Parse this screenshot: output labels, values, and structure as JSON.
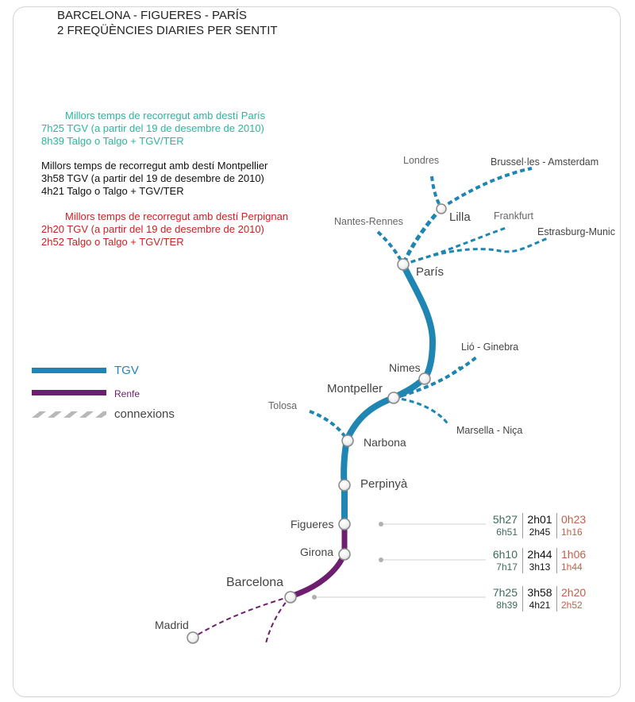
{
  "title": {
    "line1": "BARCELONA - FIGUERES - PARÍS",
    "line2": "2 FREQÜÈNCIES DIARIES PER SENTIT"
  },
  "info_paris": {
    "heading": "Millors temps de recorregut amb destí París",
    "line1": "7h25 TGV (a partir del 19 de desembre de 2010)",
    "line2": "8h39  Talgo o Talgo + TGV/TER",
    "color": "#2db59e"
  },
  "info_montpellier": {
    "heading": "Millors temps de recorregut amb destí Montpellier",
    "line1": "3h58 TGV (a partir del 19 de desembre de 2010)",
    "line2": "4h21 Talgo o Talgo + TGV/TER",
    "color": "#111111"
  },
  "info_perpignan": {
    "heading": "Millors temps de recorregut amb destí Perpignan",
    "line1": "2h20 TGV (a partir del 19 de desembre de 2010)",
    "line2": "2h52 Talgo o Talgo + TGV/TER",
    "color": "#cc2222"
  },
  "legend": {
    "tgv": "TGV",
    "renfe": "Renfe",
    "connexions": "connexions",
    "tgv_color": "#1f85b3",
    "renfe_color": "#6e1e6e",
    "connexions_color": "#b8b8b8"
  },
  "stations": {
    "paris": "París",
    "lilla": "Lilla",
    "nimes": "Nimes",
    "montpeller": "Montpeller",
    "narbona": "Narbona",
    "perpinya": "Perpinyà",
    "figueres": "Figueres",
    "girona": "Girona",
    "barcelona": "Barcelona",
    "madrid": "Madrid"
  },
  "connections": {
    "londres": "Londres",
    "brussel": "Brussel·les - Amsterdam",
    "frankfurt": "Frankfurt",
    "estrasburg": "Estrasburg-Munic",
    "nantes": "Nantes-Rennes",
    "lio": "Lió - Ginebra",
    "marsella": "Marsella - Niça",
    "tolosa": "Tolosa"
  },
  "times": [
    {
      "station": "figueres",
      "main": [
        "5h27",
        "2h01",
        "0h23"
      ],
      "sub": [
        "6h51",
        "2h45",
        "1h16"
      ]
    },
    {
      "station": "girona",
      "main": [
        "6h10",
        "2h44",
        "1h06"
      ],
      "sub": [
        "7h17",
        "3h13",
        "1h44"
      ]
    },
    {
      "station": "barcelona",
      "main": [
        "7h25",
        "3h58",
        "2h20"
      ],
      "sub": [
        "8h39",
        "4h21",
        "2h52"
      ]
    }
  ]
}
